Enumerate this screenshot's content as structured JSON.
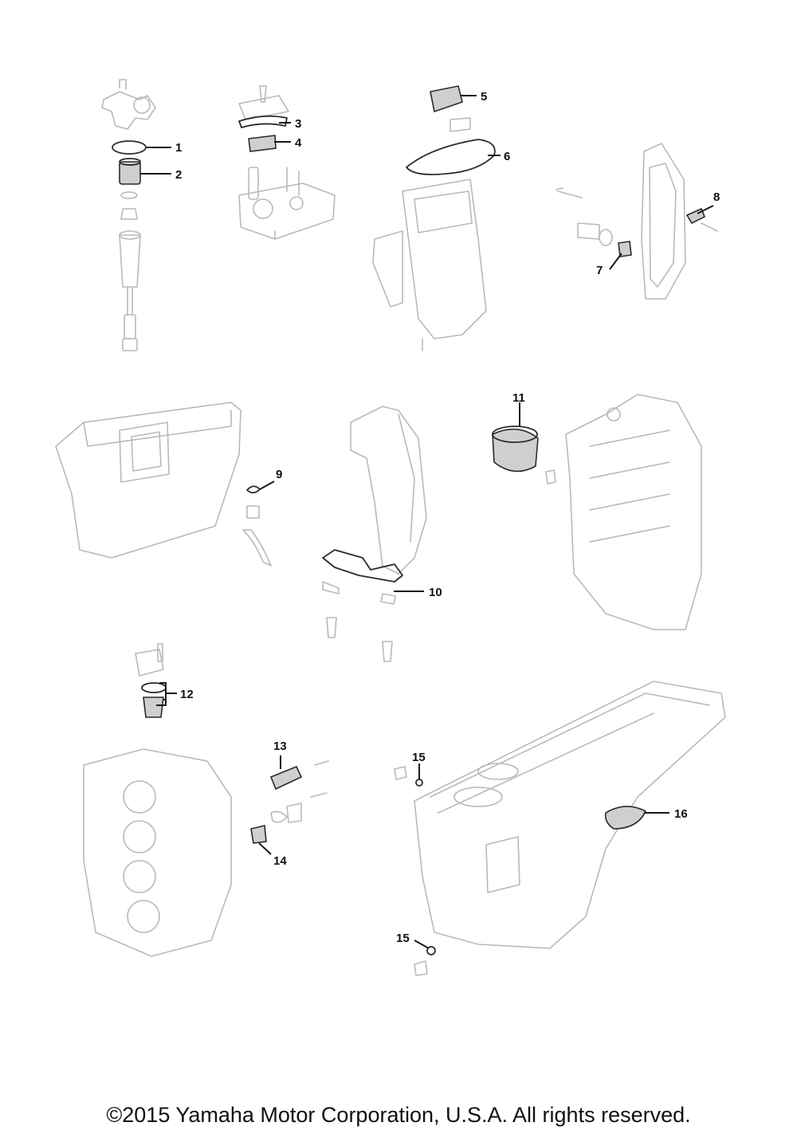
{
  "callouts": [
    {
      "id": "c1",
      "label": "1"
    },
    {
      "id": "c2",
      "label": "2"
    },
    {
      "id": "c3",
      "label": "3"
    },
    {
      "id": "c4",
      "label": "4"
    },
    {
      "id": "c5",
      "label": "5"
    },
    {
      "id": "c6",
      "label": "6"
    },
    {
      "id": "c7",
      "label": "7"
    },
    {
      "id": "c8",
      "label": "8"
    },
    {
      "id": "c9",
      "label": "9"
    },
    {
      "id": "c10",
      "label": "10"
    },
    {
      "id": "c11",
      "label": "11"
    },
    {
      "id": "c12",
      "label": "12"
    },
    {
      "id": "c13",
      "label": "13"
    },
    {
      "id": "c14",
      "label": "14"
    },
    {
      "id": "c15a",
      "label": "15"
    },
    {
      "id": "c16",
      "label": "16"
    },
    {
      "id": "c15b",
      "label": "15"
    }
  ],
  "footer": {
    "copyright": "©2015 Yamaha Motor Corporation, U.S.A. All rights reserved."
  }
}
